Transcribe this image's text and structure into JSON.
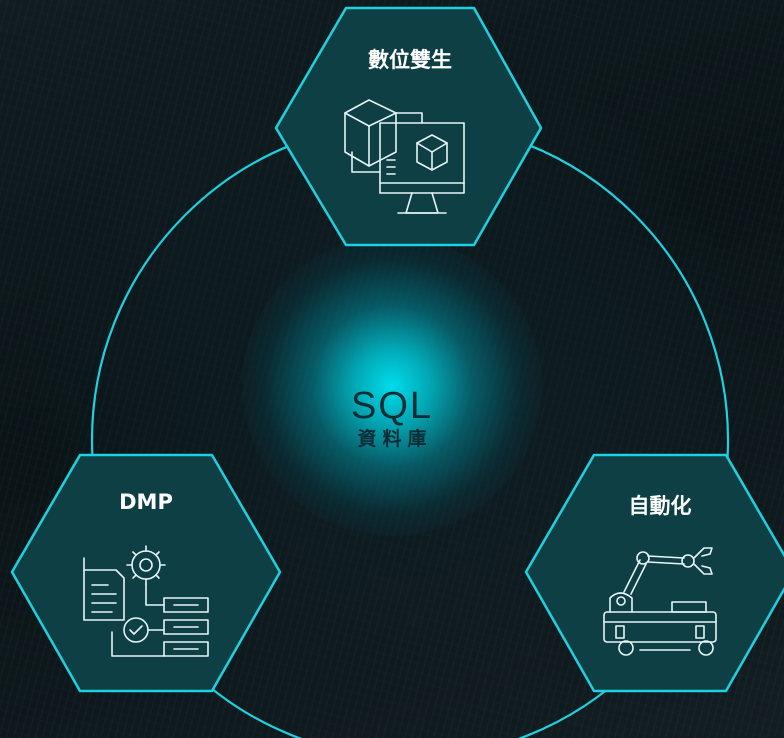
{
  "center": {
    "title": "SQL",
    "subtitle": "資料庫"
  },
  "nodes": [
    {
      "id": "digital-twin",
      "label": "數位雙生",
      "icon": "digital-twin-icon"
    },
    {
      "id": "dmp",
      "label": "DMP",
      "icon": "data-management-icon"
    },
    {
      "id": "automation",
      "label": "自動化",
      "icon": "robot-arm-icon"
    }
  ],
  "colors": {
    "accent": "#1fd0e0",
    "hex_fill": "#0e3f45",
    "center_glow": "#00dcea",
    "background": "#0a1418",
    "center_text": "#0b2e36",
    "label_text": "#ffffff"
  }
}
